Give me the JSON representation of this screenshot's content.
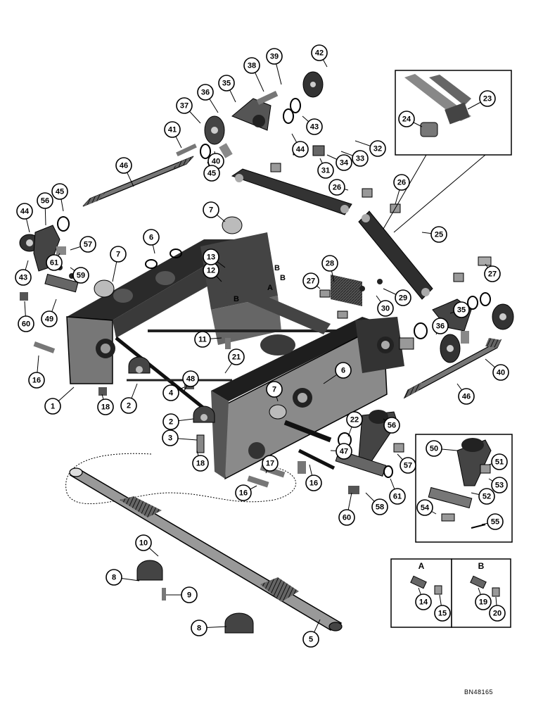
{
  "drawing_number": "BN48165",
  "callouts": [
    "1",
    "2",
    "2",
    "3",
    "4",
    "5",
    "6",
    "6",
    "7",
    "7",
    "7",
    "8",
    "8",
    "9",
    "10",
    "11",
    "12",
    "13",
    "14",
    "15",
    "16",
    "16",
    "16",
    "17",
    "18",
    "18",
    "19",
    "20",
    "21",
    "22",
    "23",
    "24",
    "25",
    "26",
    "26",
    "27",
    "27",
    "28",
    "29",
    "30",
    "31",
    "32",
    "33",
    "34",
    "35",
    "35",
    "36",
    "36",
    "37",
    "38",
    "39",
    "40",
    "40",
    "41",
    "42",
    "43",
    "43",
    "44",
    "44",
    "45",
    "45",
    "46",
    "46",
    "47",
    "48",
    "49",
    "50",
    "51",
    "52",
    "53",
    "54",
    "55",
    "56",
    "56",
    "57",
    "57",
    "58",
    "59",
    "60",
    "60",
    "61",
    "61"
  ],
  "detail_labels": {
    "a": "A",
    "b": "B"
  },
  "inset_a_callouts": [
    "14",
    "15"
  ],
  "inset_b_callouts": [
    "19",
    "20"
  ]
}
